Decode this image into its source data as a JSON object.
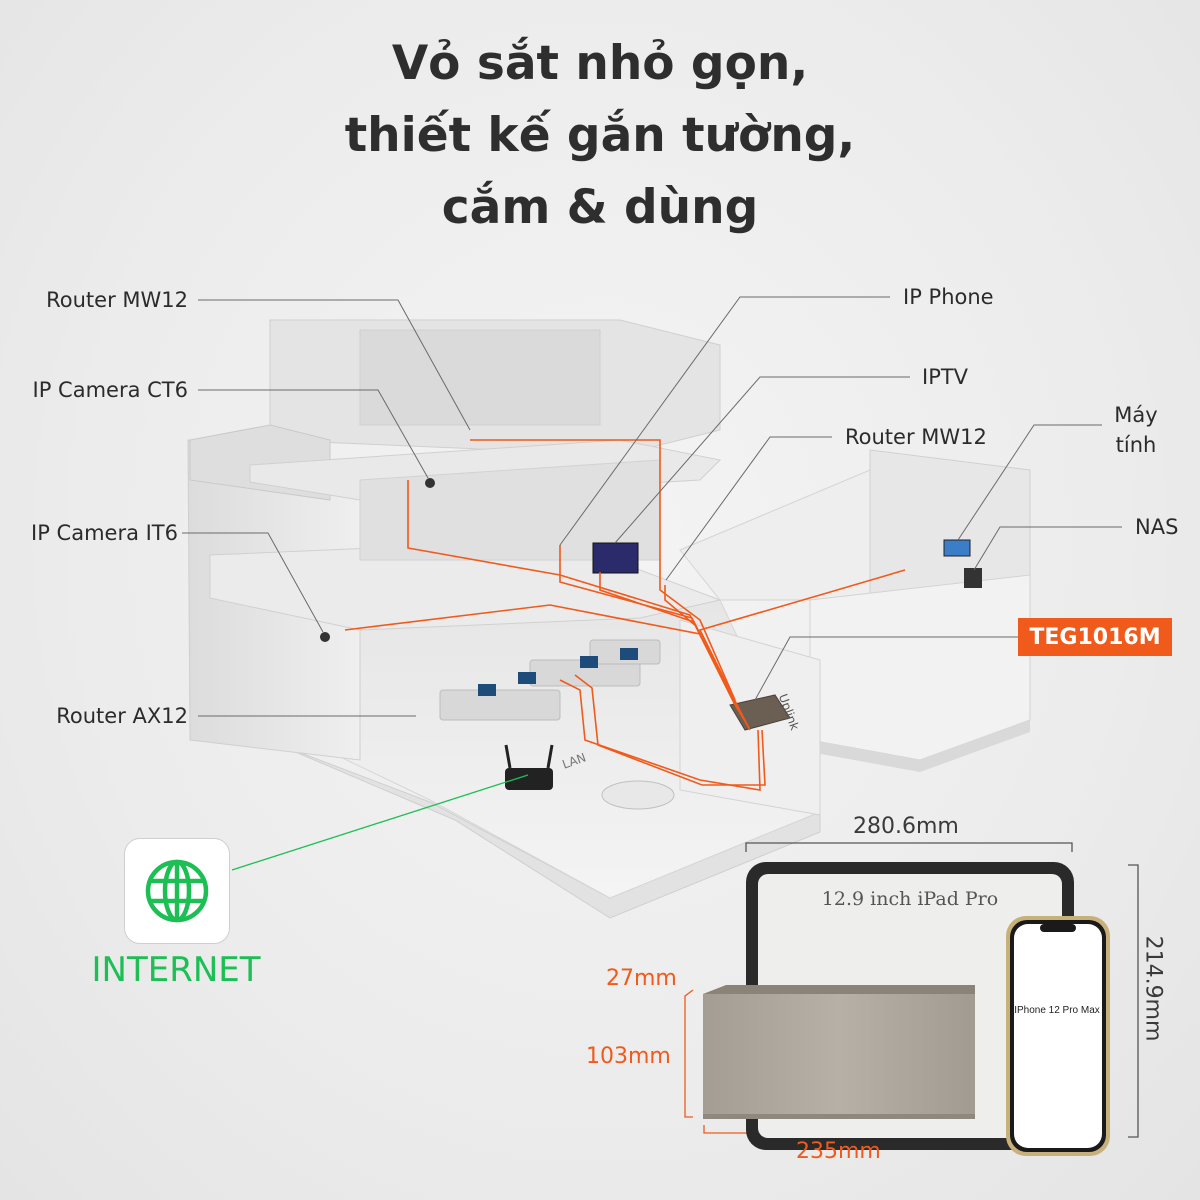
{
  "title": {
    "line1": "Vỏ sắt nhỏ gọn,",
    "line2": "thiết kế gắn tường,",
    "line3": "cắm & dùng"
  },
  "labels": {
    "router_mw12_top": "Router MW12",
    "ip_camera_ct6": "IP Camera CT6",
    "ip_camera_it6": "IP Camera IT6",
    "router_ax12": "Router AX12",
    "ip_phone": "IP Phone",
    "iptv": "IPTV",
    "router_mw12_mid": "Router MW12",
    "may_tinh": "Máy\ntính",
    "nas": "NAS",
    "product": "TEG1016M",
    "internet": "INTERNET"
  },
  "dimensions": {
    "width_top": "280.6mm",
    "height_right": "214.9mm",
    "depth_27": "27mm",
    "height_103": "103mm",
    "width_235": "235mm"
  },
  "devices": {
    "ipad": "12.9 inch iPad Pro",
    "iphone": "IPhone 12 Pro Max",
    "lan_sign": "LAN",
    "uplink_sign": "Uplink"
  },
  "colors": {
    "accent": "#f05a1a",
    "internet_green": "#1dbf55",
    "text_dark": "#2e2e2e"
  },
  "icons": {
    "internet": "globe-icon"
  }
}
